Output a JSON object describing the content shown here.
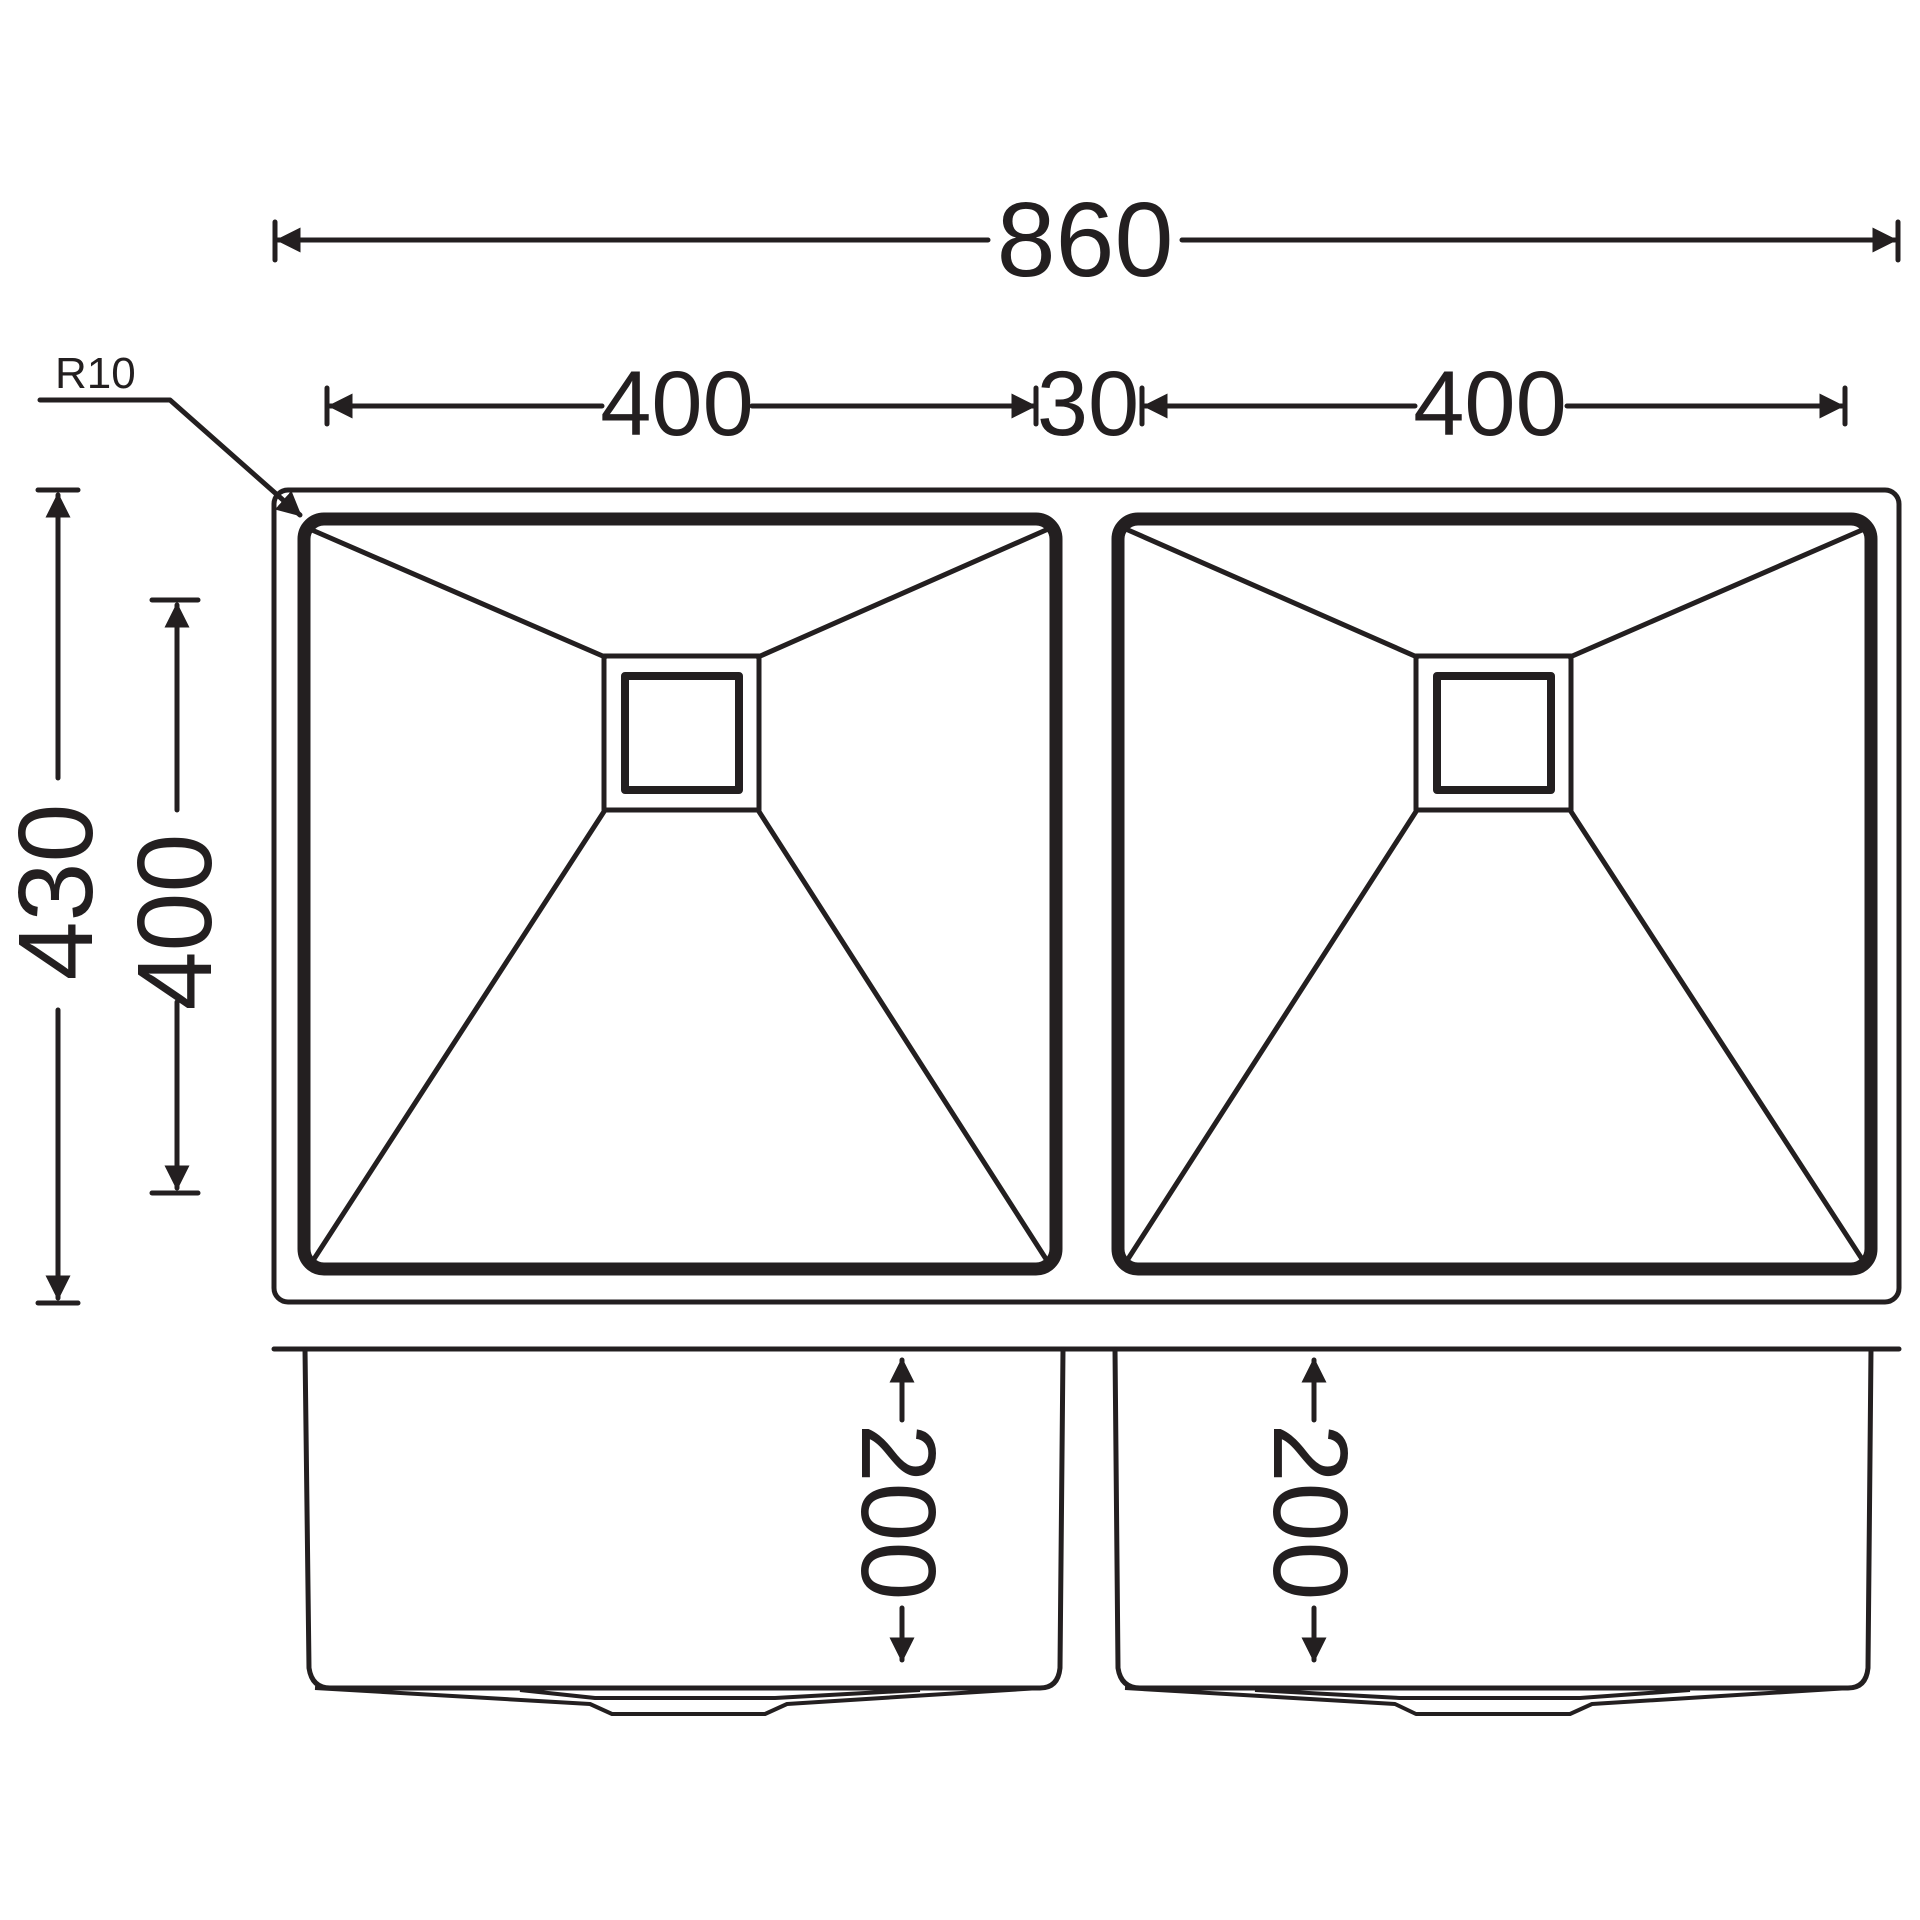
{
  "labels": {
    "overall_width": "860",
    "bowl_left_width": "400",
    "gap_width": "30",
    "bowl_right_width": "400",
    "overall_depth": "430",
    "bowl_depth": "400",
    "corner_radius": "R10",
    "bowl_left_height": "200",
    "bowl_right_height": "200"
  },
  "colors": {
    "line": "#231f20",
    "background": "#ffffff"
  }
}
